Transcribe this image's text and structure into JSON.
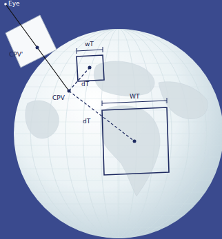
{
  "diagram": {
    "nodes": [
      {
        "text": [
          "CPV'"
        ]
      }
    ],
    "labels": [
      "Eye",
      "wT",
      "dT",
      "CPV",
      "WT",
      "dT"
    ]
  }
}
